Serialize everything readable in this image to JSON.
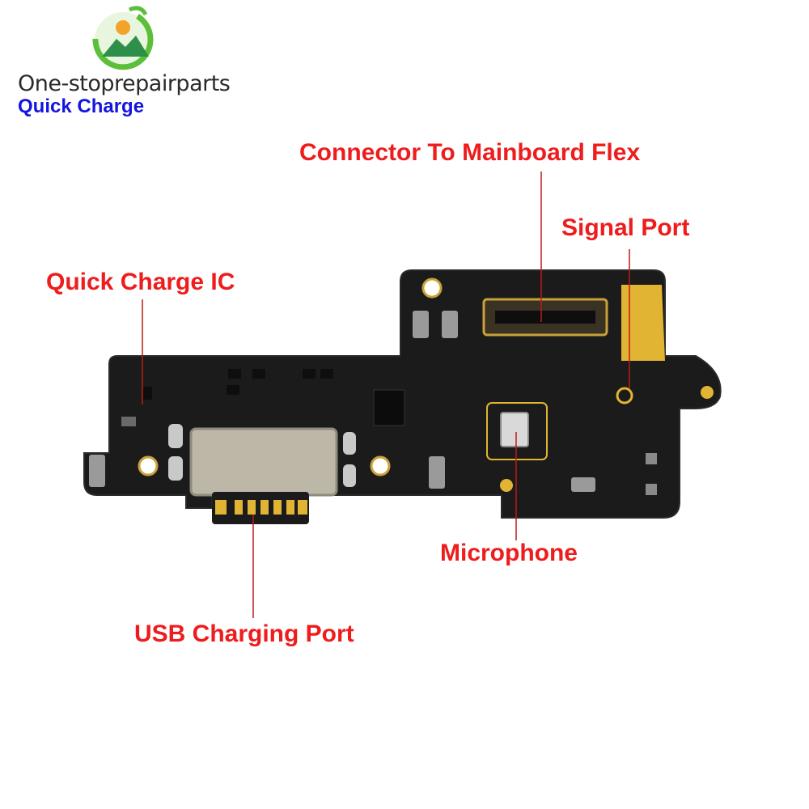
{
  "brand": {
    "name": "One-stoprepairparts",
    "subtitle": "Quick Charge"
  },
  "callouts": {
    "connector": "Connector To Mainboard Flex",
    "signal_port": "Signal Port",
    "quick_charge_ic": "Quick Charge IC",
    "microphone": "Microphone",
    "usb_port": "USB Charging Port"
  },
  "colors": {
    "callout_text": "#ee1c1c",
    "subtitle_text": "#1414e0",
    "board": "#1b1b1b",
    "gold": "#e2b434",
    "leader_line": "#c01818"
  }
}
